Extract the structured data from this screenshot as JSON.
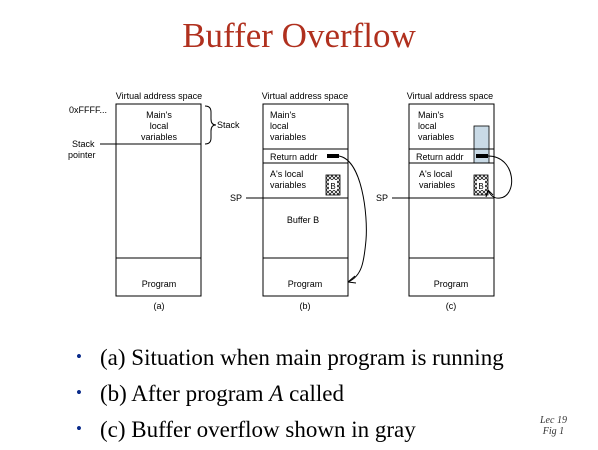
{
  "title": "Buffer Overflow",
  "diagram": {
    "header": "Virtual address space",
    "addr_label": "0xFFFF...",
    "stack_label": "Stack",
    "stack_pointer_label": [
      "Stack",
      "pointer"
    ],
    "sp_label": "SP",
    "main_vars": [
      "Main's",
      "local",
      "variables"
    ],
    "return_addr": "Return addr",
    "a_vars": [
      "A's local",
      "variables"
    ],
    "buffer_b": "Buffer B",
    "b_tag": "B",
    "program": "Program",
    "captions": [
      "(a)",
      "(b)",
      "(c)"
    ],
    "overflow_color": "#c9dae6"
  },
  "bullets": [
    {
      "pre": "(a) Situation when main program is running",
      "ital": "",
      "post": ""
    },
    {
      "pre": "(b) After program ",
      "ital": "A",
      "post": " called"
    },
    {
      "pre": "(c) Buffer overflow shown in gray",
      "ital": "",
      "post": ""
    }
  ],
  "footnote": [
    "Lec 19",
    "Fig 1"
  ]
}
